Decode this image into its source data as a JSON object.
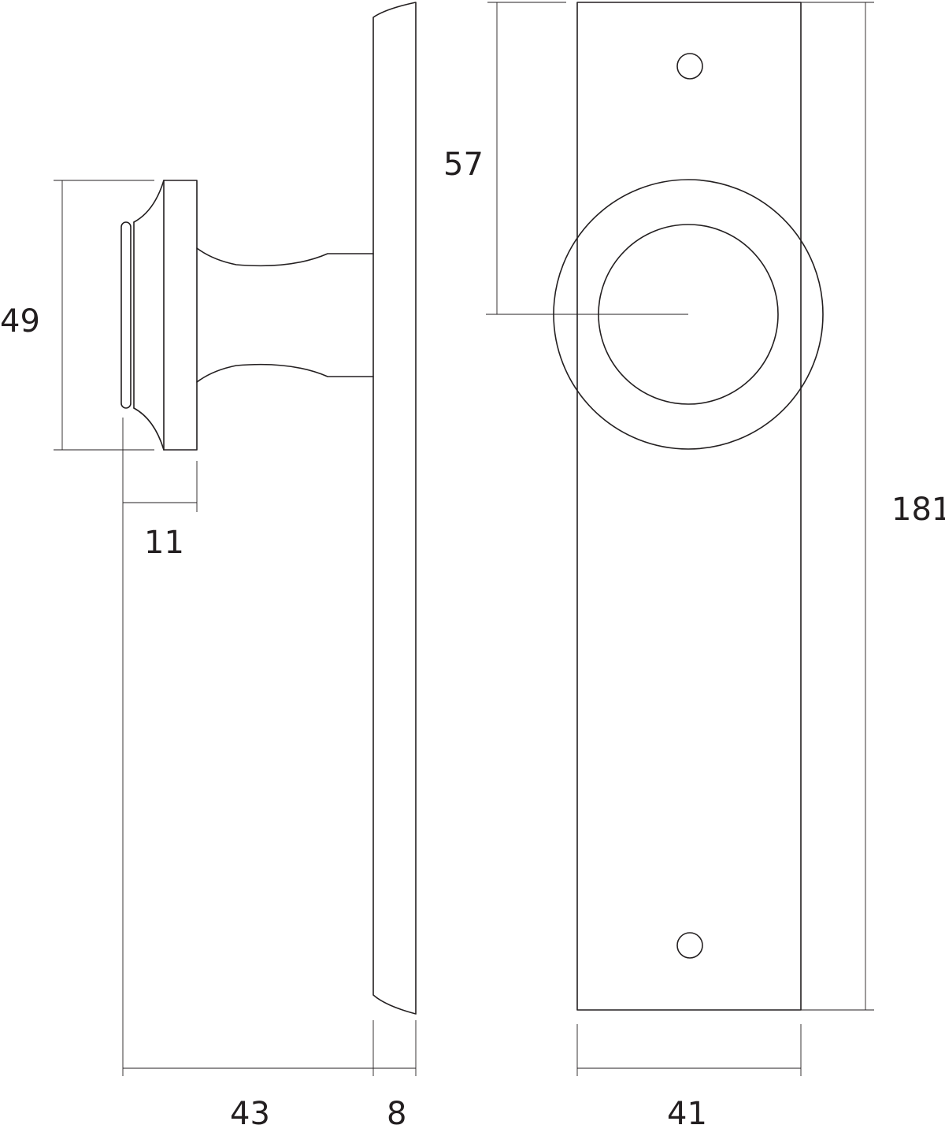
{
  "dimensions": {
    "knob_diameter": "49",
    "rose_thickness": "11",
    "knob_projection": "43",
    "plate_thickness": "8",
    "plate_width": "41",
    "plate_height": "181",
    "knob_center_height": "57"
  },
  "colors": {
    "line": "#231f20",
    "background": "#ffffff"
  }
}
